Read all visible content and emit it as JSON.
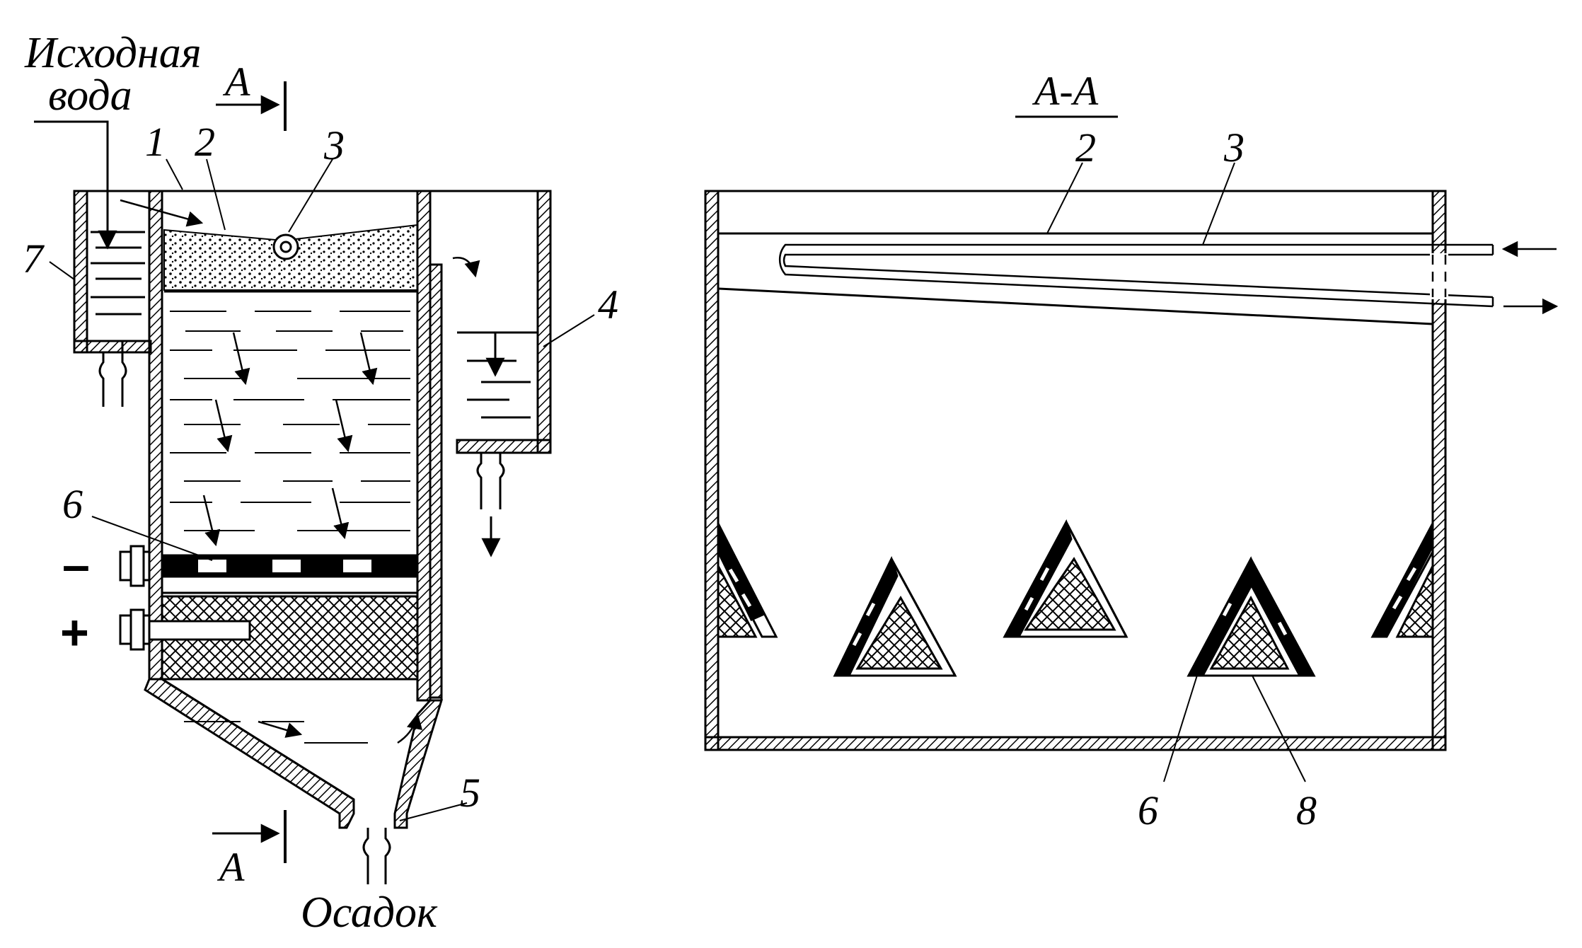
{
  "left_view": {
    "inlet_caption_line1": "Исходная",
    "inlet_caption_line2": "вода",
    "outlet_caption": "Осадок",
    "section_top_label": "А",
    "section_bottom_label": "А",
    "callouts": [
      "1",
      "2",
      "3",
      "4",
      "5",
      "6",
      "7"
    ],
    "minus_sign": "–",
    "plus_sign": "+"
  },
  "right_view": {
    "section_title": "А-А",
    "callouts": [
      "2",
      "3",
      "6",
      "8"
    ]
  },
  "colors": {
    "ink": "#000000",
    "paper": "#ffffff"
  }
}
